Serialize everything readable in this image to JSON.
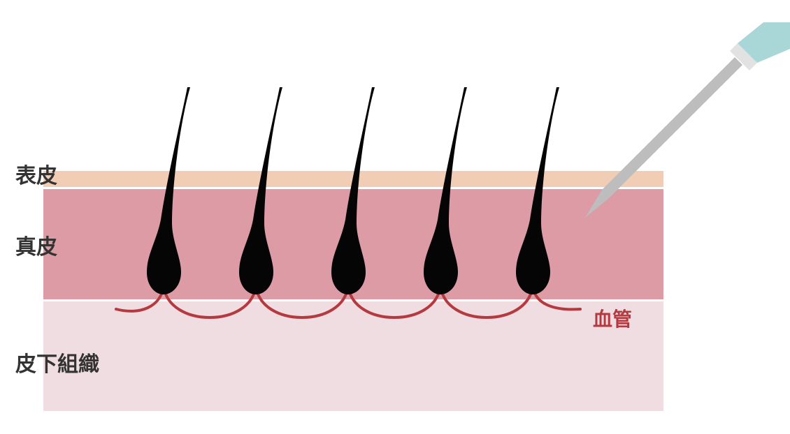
{
  "labels": {
    "epidermis": "表皮",
    "dermis": "真皮",
    "subcutaneous": "皮下組織",
    "blood_vessel": "血管"
  },
  "colors": {
    "epidermis": "#f2cdb6",
    "dermis": "#dd9ba6",
    "subcutaneous": "#f0dde1",
    "hair": "#050505",
    "vessel": "#b53a3f",
    "label_text": "#333333",
    "needle_grip": "#a9d6d6",
    "needle_shaft": "#bdbdbd"
  },
  "diagram": {
    "hair_count": 5,
    "icons": [
      "hair-follicle-icon",
      "needle-icon"
    ]
  }
}
